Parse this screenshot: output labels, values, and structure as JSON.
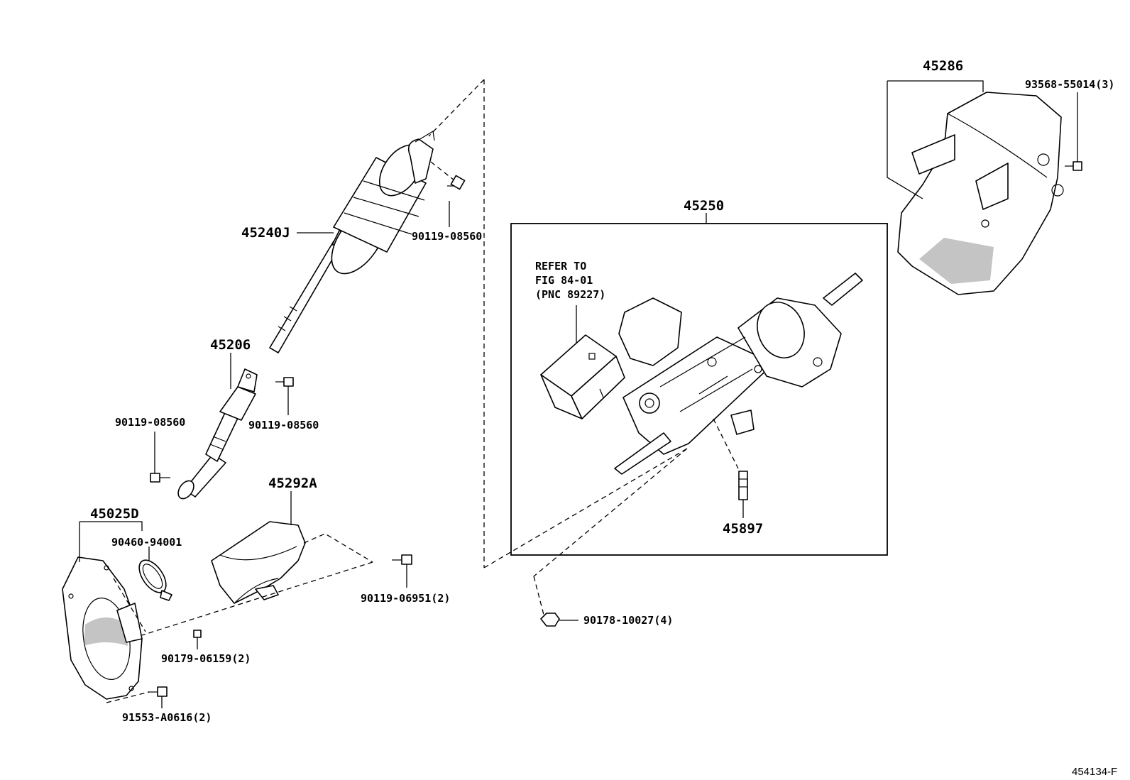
{
  "labels": {
    "p45240J": "45240J",
    "p90119_08560_top": "90119-08560",
    "p45206": "45206",
    "p90119_08560_left": "90119-08560",
    "p90119_08560_mid": "90119-08560",
    "p45292A": "45292A",
    "p45025D": "45025D",
    "p90460_94001": "90460-94001",
    "p90119_06951": "90119-06951(2)",
    "p90179_06159": "90179-06159(2)",
    "p91553_A0616": "91553-A0616(2)",
    "p45250": "45250",
    "p45897": "45897",
    "p90178_10027": "90178-10027(4)",
    "p45286": "45286",
    "p93568_55014": "93568-55014(3)"
  },
  "refer_note": {
    "line1": "REFER TO",
    "line2": "FIG 84-01",
    "line3": "(PNC 89227)"
  },
  "figure_code": "454134-F"
}
